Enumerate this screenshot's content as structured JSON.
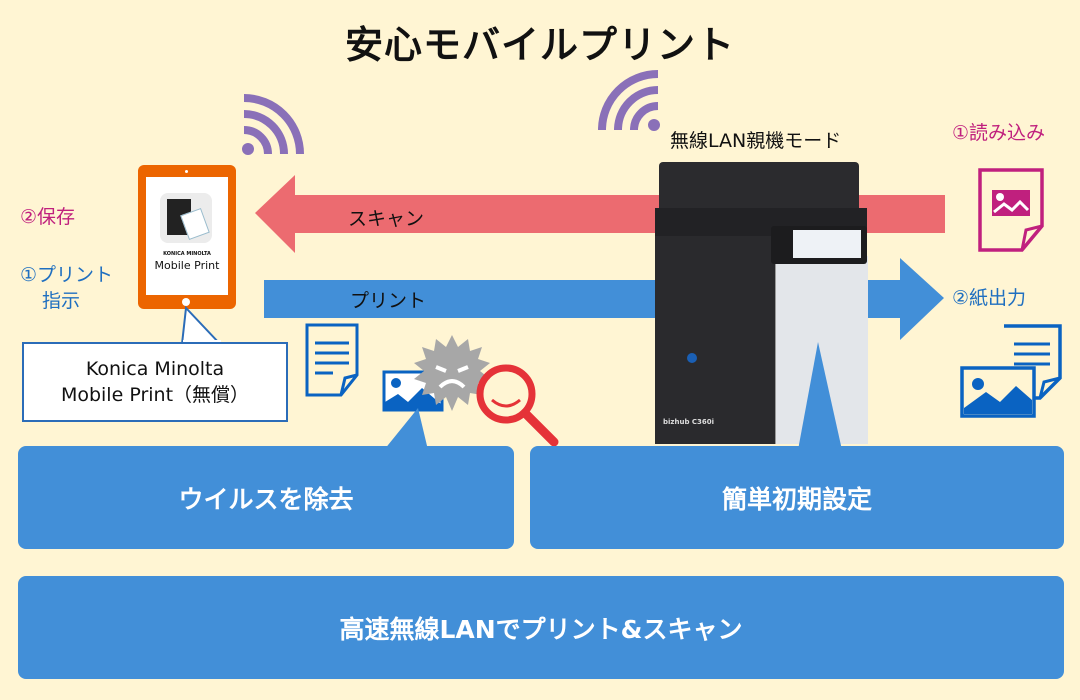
{
  "title": "安心モバイルプリント",
  "colors": {
    "background": "#fff5d3",
    "scan_arrow": "#ec6b70",
    "print_arrow": "#428fd8",
    "box": "#428fd8",
    "wifi": "#8a70b8",
    "tablet": "#ec6500",
    "magenta": "#c0207e",
    "icon_blue": "#0a63c2",
    "virus": "#a7a7a7",
    "magnifier": "#e53238"
  },
  "left": {
    "save_label": "②保存",
    "print_instruction_line1": "①プリント",
    "print_instruction_line2": "指示",
    "app_brand": "KONICA MINOLTA",
    "app_name": "Mobile Print",
    "callout_line1": "Konica Minolta",
    "callout_line2": "Mobile Print（無償）"
  },
  "arrows": {
    "scan_label": "スキャン",
    "print_label": "プリント"
  },
  "center": {
    "mode_label": "無線LAN親機モード",
    "printer_model": "bizhub C360i"
  },
  "right": {
    "read_label": "①読み込み",
    "output_label": "②紙出力"
  },
  "boxes": {
    "virus_removal": "ウイルスを除去",
    "easy_setup": "簡単初期設定",
    "high_speed": "高速無線LANでプリント&スキャン"
  }
}
